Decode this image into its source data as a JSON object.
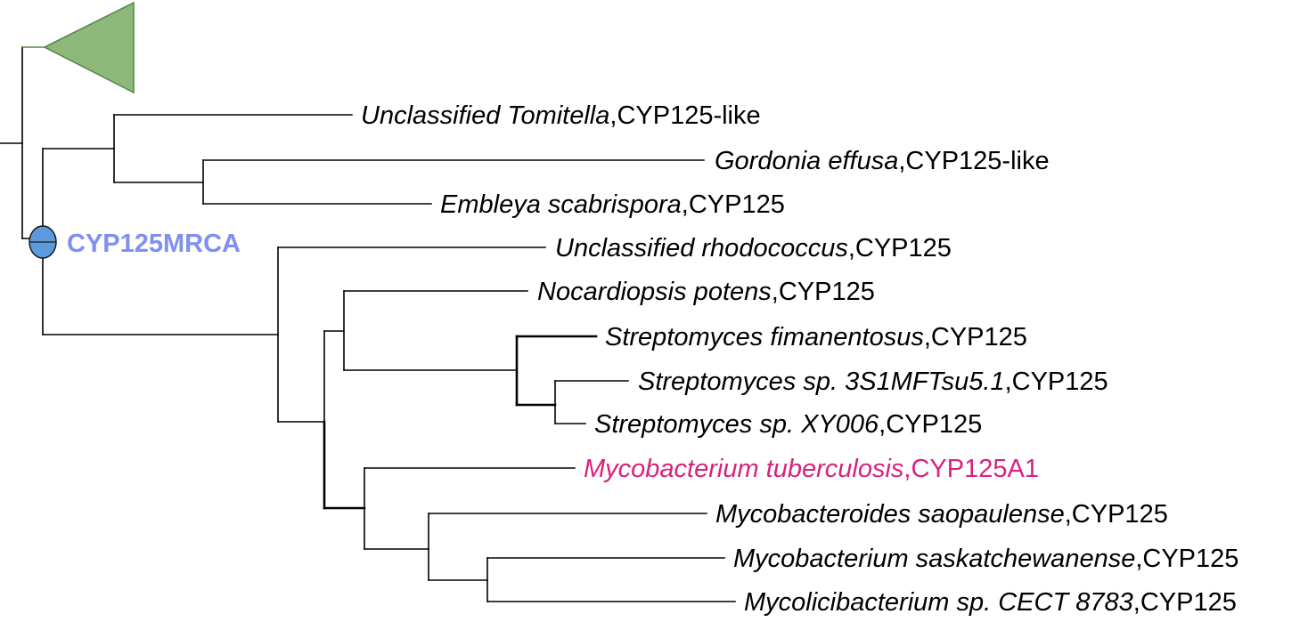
{
  "colors": {
    "collapsed_clade_fill": "#8db87a",
    "collapsed_clade_stroke": "#5a8a44",
    "mrca_node_fill": "#5b9bdd",
    "mrca_label": "#7f8ff2",
    "highlight_leaf": "#d6237e",
    "branch": "#000000"
  },
  "collapsed_clade": {
    "shape": "triangle",
    "label": ""
  },
  "mrca_node": {
    "label": "CYP125MRCA",
    "icon": "circle-node-icon"
  },
  "leaves": [
    {
      "species": "Unclassified Tomitella",
      "gene": ",CYP125-like",
      "highlight": false
    },
    {
      "species": "Gordonia effusa",
      "gene": ",CYP125-like",
      "highlight": false
    },
    {
      "species": "Embleya scabrispora",
      "gene": ",CYP125",
      "highlight": false
    },
    {
      "species": "Unclassified rhodococcus",
      "gene": ",CYP125",
      "highlight": false
    },
    {
      "species": "Nocardiopsis potens",
      "gene": ",CYP125",
      "highlight": false
    },
    {
      "species": "Streptomyces fimanentosus",
      "gene": ",CYP125",
      "highlight": false
    },
    {
      "species": "Streptomyces sp. 3S1MFTsu5.1",
      "gene": ",CYP125",
      "highlight": false
    },
    {
      "species": "Streptomyces sp. XY006",
      "gene": ",CYP125",
      "highlight": false
    },
    {
      "species": "Mycobacterium tuberculosis",
      "gene": ",CYP125A1",
      "highlight": true
    },
    {
      "species": "Mycobacteroides saopaulense",
      "gene": ",CYP125",
      "highlight": false
    },
    {
      "species": "Mycobacterium saskatchewanense",
      "gene": ",CYP125",
      "highlight": false
    },
    {
      "species": "Mycolicibacterium sp. CECT 8783",
      "gene": ",CYP125",
      "highlight": false
    }
  ]
}
